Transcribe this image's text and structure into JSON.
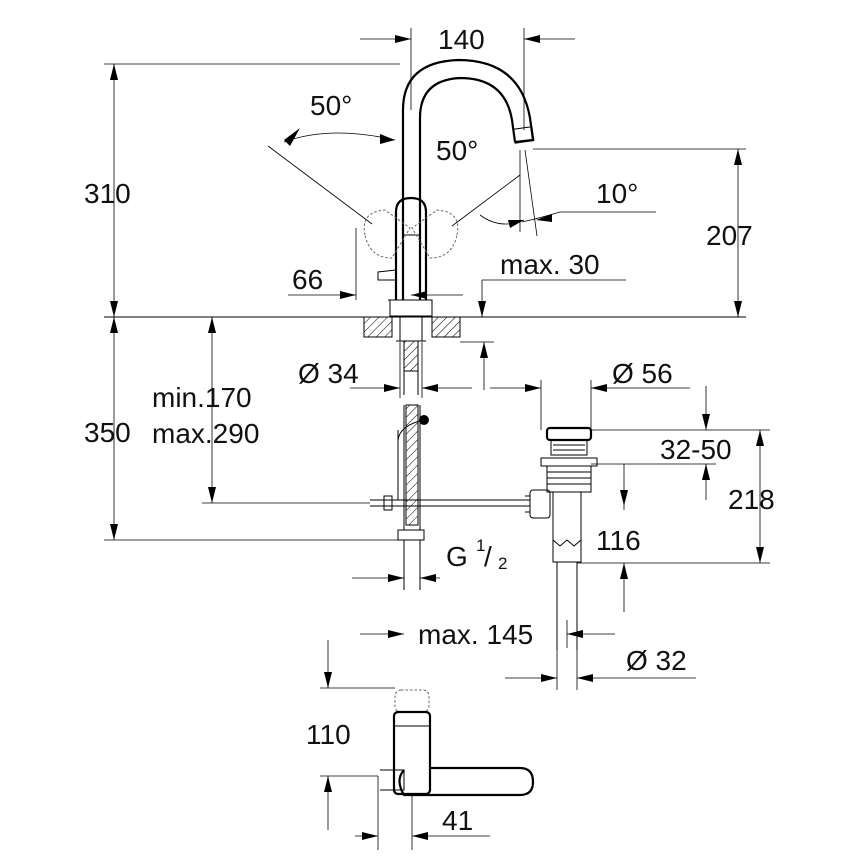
{
  "dimensions": {
    "spout_reach": "140",
    "lever_angle_left": "50°",
    "lever_angle_right": "50°",
    "spout_tilt": "10°",
    "total_height": "310",
    "spout_height": "207",
    "lever_offset": "66",
    "max_deck_thickness": "max. 30",
    "hole_diameter": "Ø 34",
    "waste_cap_diameter": "Ø 56",
    "under_deck_height": "350",
    "connection_min": "min.170",
    "connection_max": "max.290",
    "waste_range": "32-50",
    "waste_height": "218",
    "waste_outlet_height": "116",
    "thread_size": "G",
    "thread_fraction_num": "1",
    "thread_fraction_den": "2",
    "max_waste_reach": "max. 145",
    "waste_pipe_diameter": "Ø 32",
    "top_view_depth": "110",
    "top_view_width": "41"
  },
  "colors": {
    "line": "#000000",
    "background": "#ffffff"
  }
}
